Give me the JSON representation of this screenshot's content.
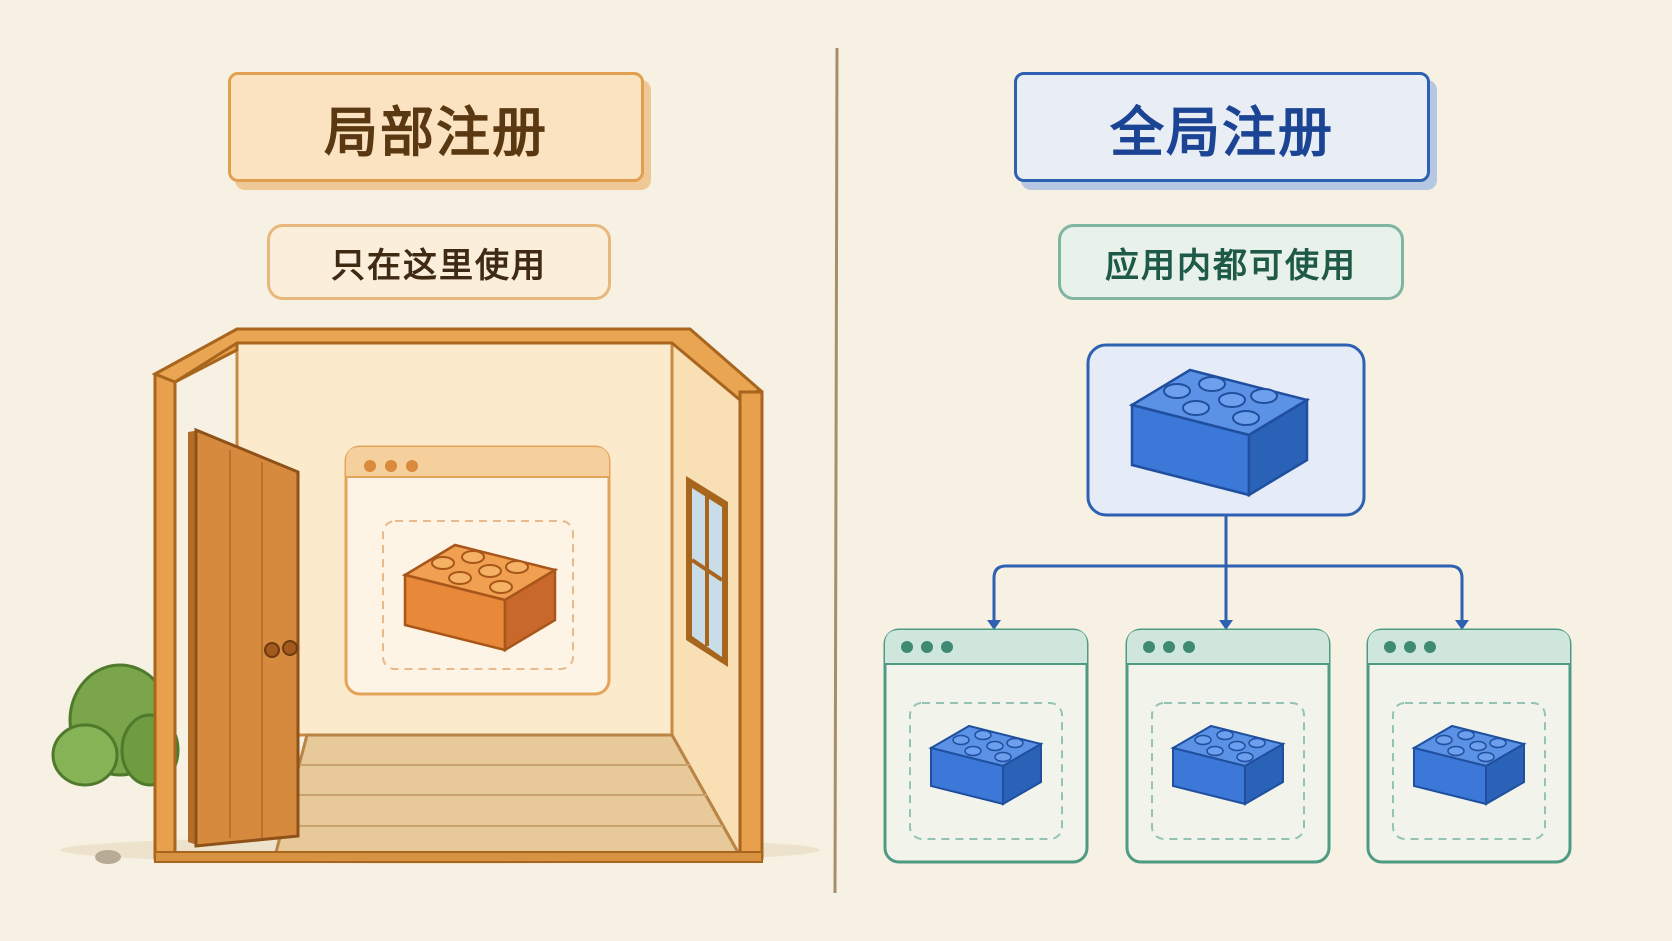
{
  "left_panel": {
    "title": "局部注册",
    "subtitle": "只在这里使用"
  },
  "right_panel": {
    "title": "全局注册",
    "subtitle": "应用内都可使用"
  },
  "colors": {
    "background": "#f7f1e3",
    "local_accent": "#e0a050",
    "global_accent": "#2f61b3",
    "window_green": "#4f9a82",
    "brick_orange": "#e8893a",
    "brick_blue": "#3b78d8"
  },
  "icons": {
    "room": "room-with-open-door-icon",
    "brick": "building-brick-icon",
    "window": "app-window-icon",
    "bush": "bush-icon"
  }
}
